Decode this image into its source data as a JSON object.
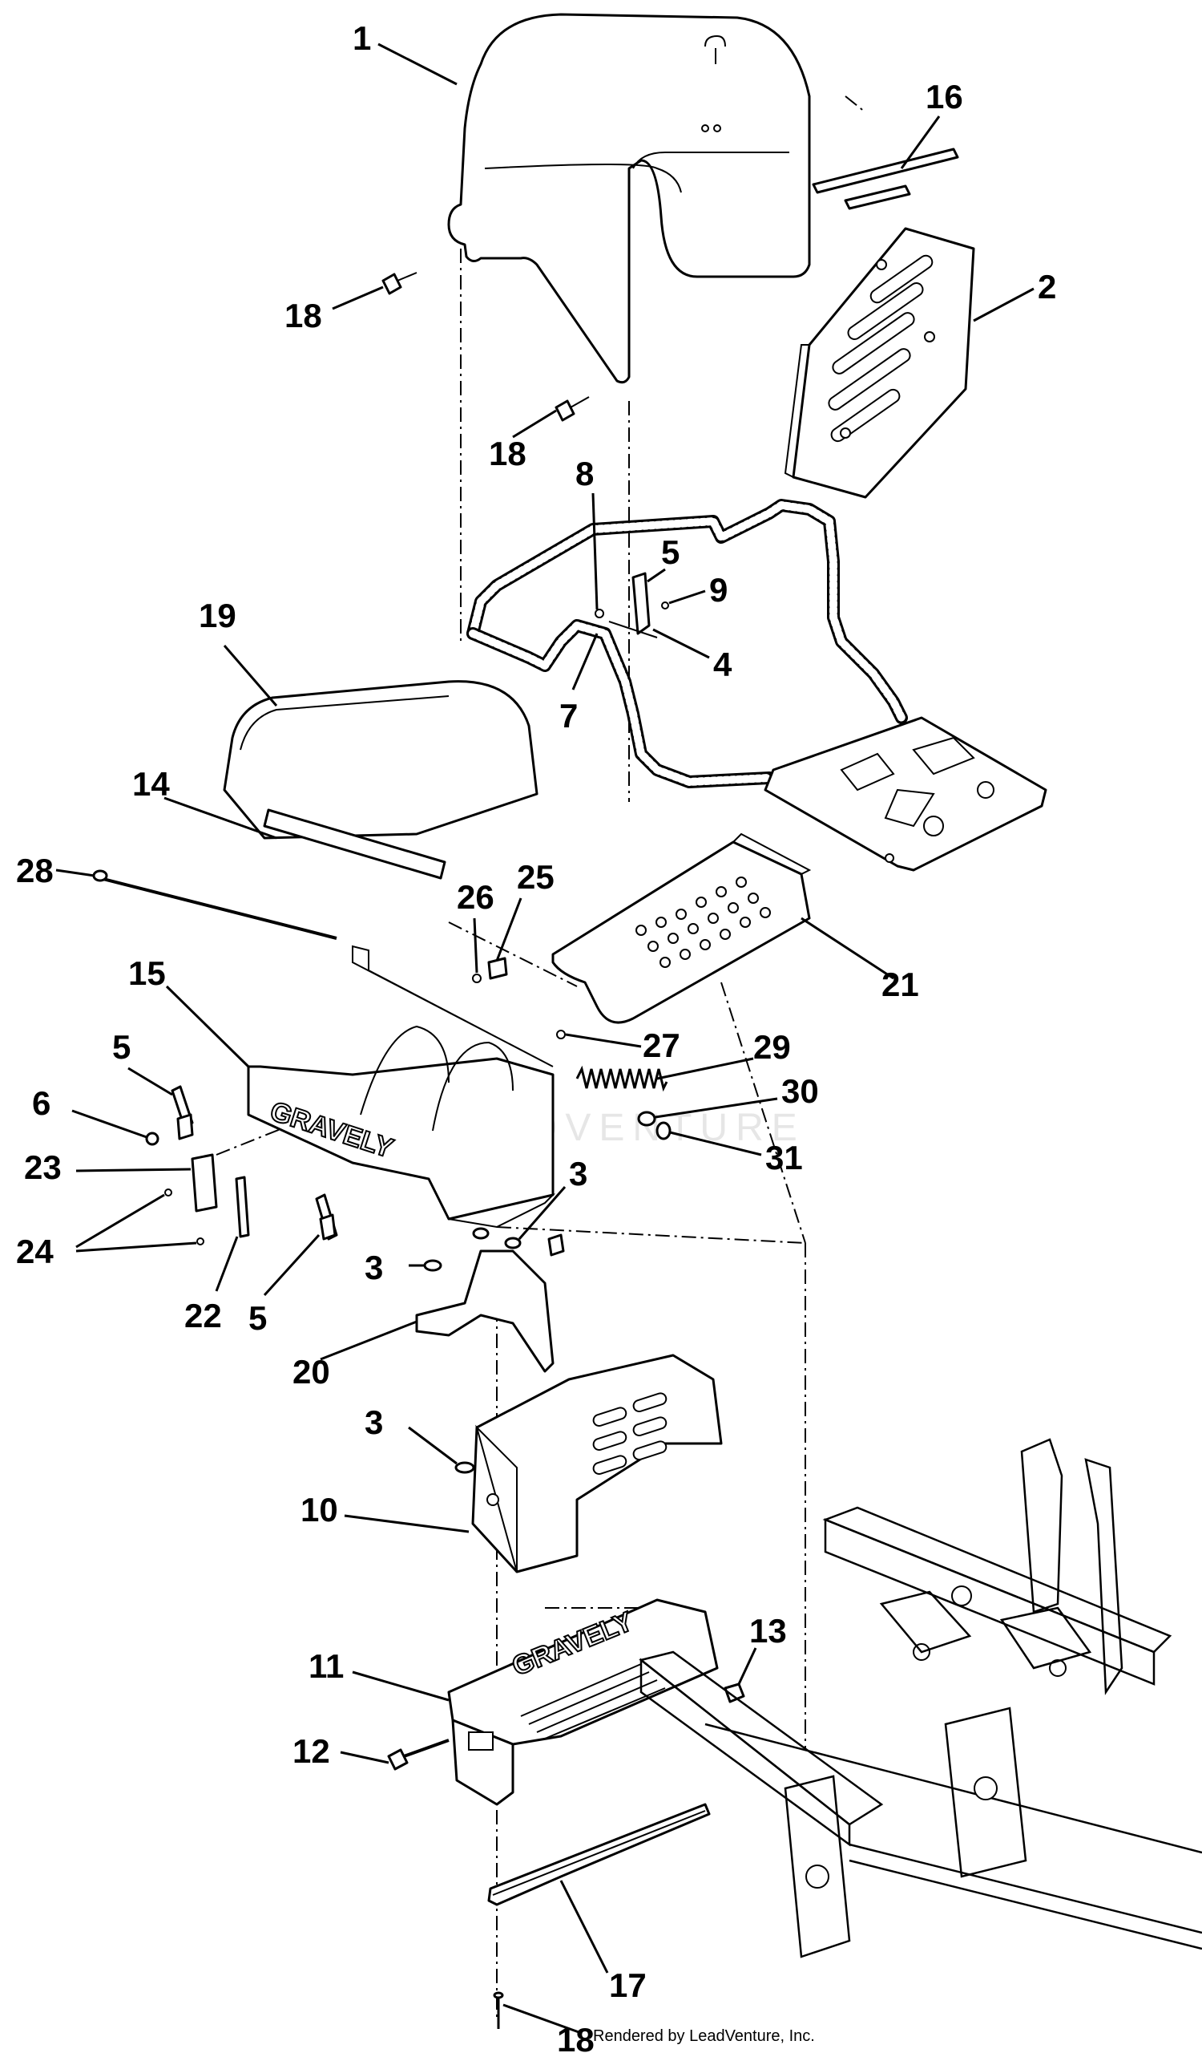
{
  "callouts": [
    "1",
    "16",
    "2",
    "18",
    "18",
    "8",
    "5",
    "9",
    "4",
    "7",
    "19",
    "14",
    "28",
    "26",
    "25",
    "21",
    "15",
    "5",
    "6",
    "27",
    "29",
    "30",
    "31",
    "23",
    "24",
    "22",
    "5",
    "3",
    "3",
    "20",
    "3",
    "10",
    "11",
    "13",
    "12",
    "17",
    "18"
  ],
  "brand_text": [
    "GRAVELY",
    "GRAVELY"
  ],
  "watermark": "LEADVENTURE",
  "credit": "Rendered by LeadVenture, Inc."
}
